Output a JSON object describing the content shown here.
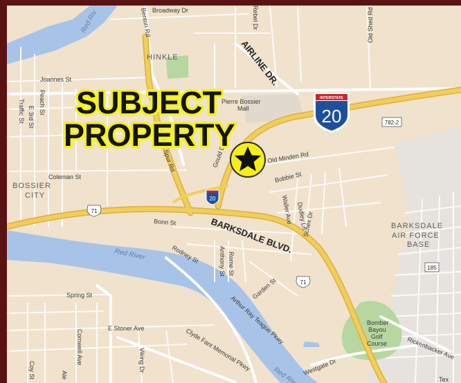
{
  "subject": {
    "line1": "SUBJECT",
    "line2": "PROPERTY"
  },
  "roads_bold": {
    "airline": "AIRLINE DR.",
    "barksdale": "BARKSDALE BLVD."
  },
  "interstate": {
    "label": "INTERSTATE",
    "number": "20",
    "small": "20"
  },
  "us71": [
    "71",
    "71"
  ],
  "route185": "185",
  "route782": "782-2",
  "areas": {
    "hinkle": "HINKLE",
    "bossier": "BOSSIER",
    "city": "CITY",
    "barksdale1": "BARKSDALE",
    "barksdale2": "AIR FORCE",
    "barksdale3": "BASE",
    "mall1": "Pierre Bossier",
    "mall2": "Mall",
    "golf1": "Bomber",
    "golf2": "Bayou",
    "golf3": "Golf",
    "golf4": "Course"
  },
  "water": {
    "red_river_top": "Red Riv",
    "red_river_mid": "Red River",
    "red_river_bottom": "Red Riv"
  },
  "streets": {
    "broadway": "Broadway Dr",
    "benton": "Benton Rd",
    "rebel": "Rebel Dr",
    "oldshed": "Old Shed Rd",
    "joannes": "Joannes St",
    "peach": "Peach St",
    "e3rd": "E 3rd St",
    "traffic": "Traffic St",
    "coleman": "Coleman St",
    "spur": "Spur Rd",
    "gould": "Gould Dr",
    "oldminden": "Old Minden Rd",
    "bobbie": "Bobbie St",
    "waller": "Waller Ave",
    "dudley": "Dudley Ln",
    "schex": "Schex Dr",
    "bonn": "Bonn St",
    "rodney": "Rodney St",
    "anthony": "Anthony St",
    "rome": "Rome St",
    "garden": "Garden St",
    "spring": "Spring St",
    "estoner": "E Stoner Ave",
    "cornwell": "Cornwell Ave",
    "viking": "Viking Dr",
    "clydefant": "Clyde Fant Memorial Pkwy",
    "arthurray": "Arthur Ray Teague Pkwy",
    "westgate": "Westgate Dr",
    "rickenbacker": "Rickenbacker Ave",
    "coy": "Coy St",
    "ale": "Ale",
    "tex": "Tex"
  },
  "colors": {
    "land": "#f0e2cd",
    "water": "#a7c3e8",
    "highway": "#f2cd5a",
    "park": "#b6d7a0",
    "star": "#f6ee18",
    "frame": "#5a1212",
    "interstate_blue": "#1f4f9c",
    "interstate_red": "#c8262f"
  },
  "icons": [
    "star-icon",
    "interstate-20-shield",
    "us-71-shield",
    "route-185-shield",
    "route-782-2-shield"
  ]
}
